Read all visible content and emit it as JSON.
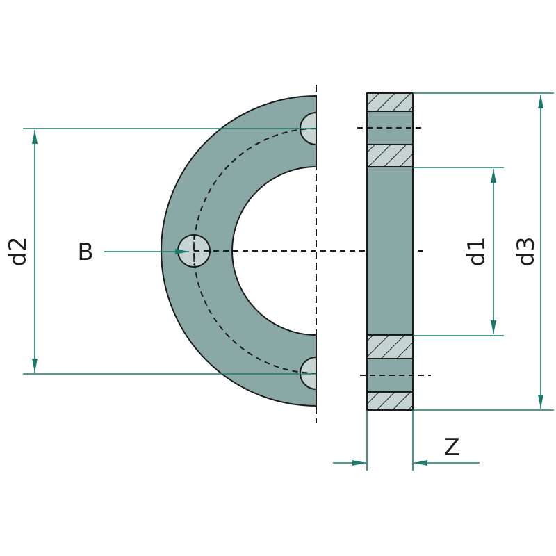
{
  "diagram": {
    "title": "Flange ring dimension drawing",
    "colors": {
      "body_fill": "#89a8a6",
      "hole_fill": "#c6d4d1",
      "hatch_fill": "#c6d4d1",
      "outline": "#1b1b1b",
      "dimension_line": "#1b7a6c"
    },
    "labels": {
      "d2": "d2",
      "b": "B",
      "d1": "d1",
      "d3": "d3",
      "z": "Z"
    },
    "views": [
      {
        "name": "front-half-view",
        "description": "half ring with three bolt holes"
      },
      {
        "name": "side-section-view",
        "description": "cross section with hatched bands"
      }
    ]
  }
}
